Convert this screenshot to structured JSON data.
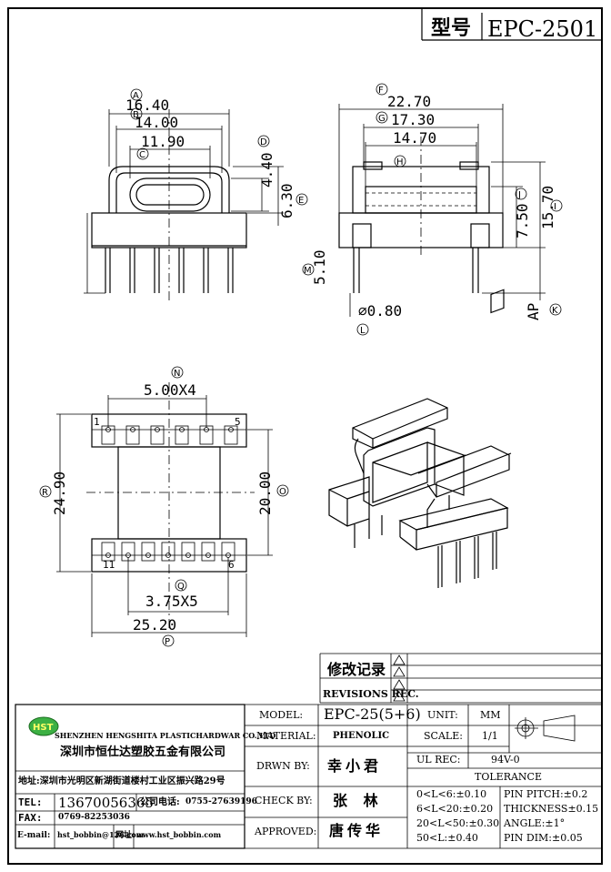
{
  "header": {
    "model_cn": "型号",
    "model_code": "EPC-2501"
  },
  "views": {
    "front": {
      "dims": [
        {
          "id": "A",
          "value": "16.40"
        },
        {
          "id": "B",
          "value": "14.00"
        },
        {
          "id": "C",
          "value": "11.90"
        },
        {
          "id": "D",
          "value": "4.40"
        },
        {
          "id": "E",
          "value": "6.30"
        },
        {
          "id": "M",
          "value": "5.10"
        }
      ]
    },
    "side": {
      "dims": [
        {
          "id": "F",
          "value": "22.70"
        },
        {
          "id": "G",
          "value": "17.30"
        },
        {
          "id": "H",
          "value": "14.70"
        },
        {
          "id": "I",
          "value": "15.70"
        },
        {
          "id": "J",
          "value": "7.50"
        },
        {
          "id": "K",
          "value": "AP"
        },
        {
          "id": "L",
          "value": "⌀0.80"
        }
      ]
    },
    "bottom": {
      "dims": [
        {
          "id": "N",
          "value": "5.00X4"
        },
        {
          "id": "O",
          "value": "20.00"
        },
        {
          "id": "P",
          "value": "25.20"
        },
        {
          "id": "Q",
          "value": "3.75X5"
        },
        {
          "id": "R",
          "value": "24.90"
        }
      ],
      "pin_labels": {
        "top_left": "1",
        "top_right": "5",
        "bottom_left": "11",
        "bottom_right": "6"
      }
    }
  },
  "revisions": {
    "title_cn": "修改记录",
    "title_en": "REVISIONS REC."
  },
  "company": {
    "logo_text": "HST",
    "name_en": "SHENZHEN HENGSHITA PLASTICHARDWAR CO.,LTD",
    "name_cn": "深圳市恒仕达塑胶五金有限公司",
    "address_cn": "地址:深圳市光明区新湖街道楼村工业区振兴路29号",
    "tel_label": "TEL:",
    "tel": "13670056365",
    "company_phone_label": "公司电话:",
    "company_phone": "0755-27639196",
    "fax_label": "FAX:",
    "fax": "0769-82253036",
    "email_label": "E-mail:",
    "email": "hst_bobbin@126.com",
    "web_label": "网址:",
    "web": "www.hst_bobbin.com"
  },
  "title_block": {
    "model_label": "MODEL:",
    "model_value": "EPC-25(5+6)",
    "material_label": "MATERIAL:",
    "material_value": "PHENOLIC",
    "drawn_label": "DRWN BY:",
    "drawn_value": "幸小君",
    "check_label": "CHECK BY:",
    "check_value": "张 林",
    "approved_label": "APPROVED:",
    "approved_value": "唐传华",
    "unit_label": "UNIT:",
    "unit_value": "MM",
    "scale_label": "SCALE:",
    "scale_value": "1/1",
    "ul_label": "UL REC:",
    "ul_value": "94V-0",
    "tolerance_label": "TOLERANCE",
    "tolerances": [
      "0<L<6:±0.10",
      "6<L<20:±0.20",
      "20<L<50:±0.30",
      "50<L:±0.40"
    ],
    "specs": [
      "PIN PITCH:±0.2",
      "THICKNESS±0.15",
      "ANGLE:±1°",
      "PIN DIM:±0.05"
    ]
  }
}
